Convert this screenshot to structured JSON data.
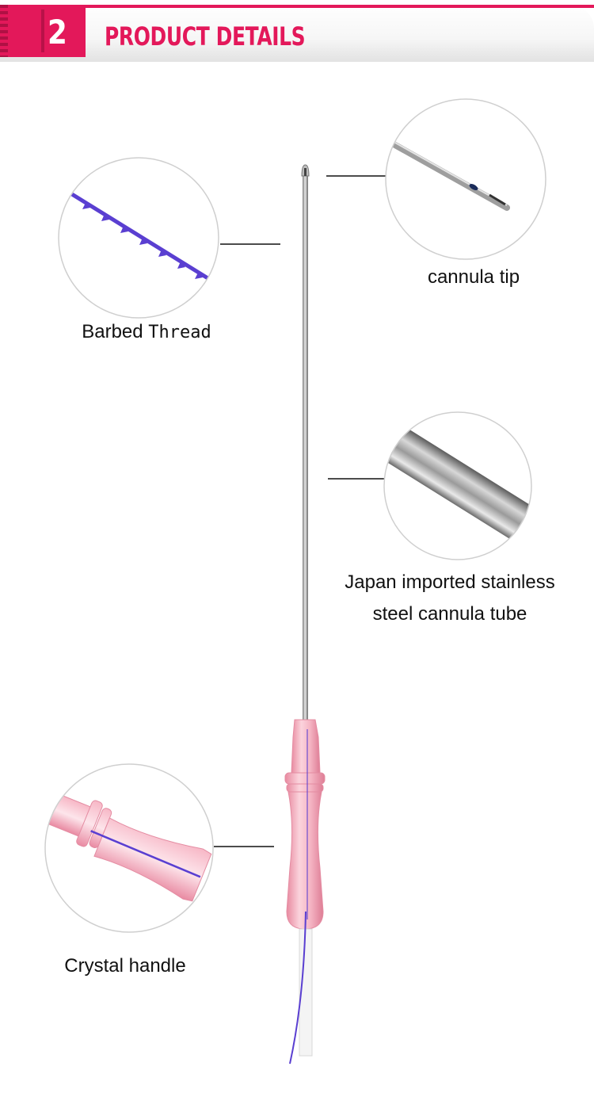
{
  "header": {
    "number": "2",
    "title": "PRODUCT DETAILS",
    "accent_color": "#e3185a"
  },
  "callouts": {
    "barbed_thread": {
      "label_part1": "Barbed",
      "label_part2": "Thread"
    },
    "cannula_tip": {
      "label": "cannula tip"
    },
    "cannula_tube": {
      "label_line1": "Japan imported stainless",
      "label_line2": "steel cannula tube"
    },
    "crystal_handle": {
      "label": "Crystal handle"
    }
  },
  "colors": {
    "thread": "#5a3fd1",
    "handle": "#f3a6b6",
    "steel": "#b9b9b9"
  }
}
